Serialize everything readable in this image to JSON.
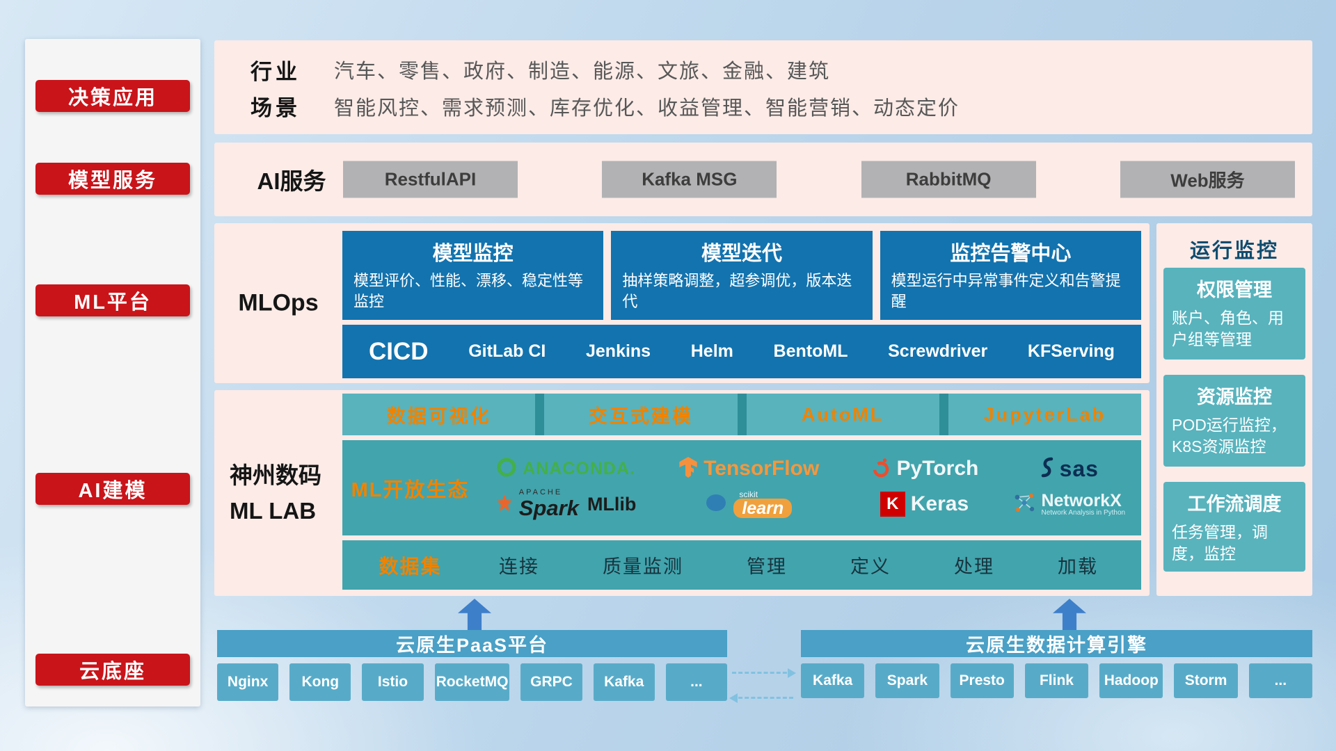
{
  "colors": {
    "accent_red": "#c9141a",
    "panel_pink": "#fcebe7",
    "primary_blue": "#1373ae",
    "teal": "#42a4ad",
    "teal_light": "#58b3bd",
    "orange": "#f08300",
    "bottom_blue": "#4aa0c6"
  },
  "sidebar": {
    "items": [
      "决策应用",
      "模型服务",
      "ML平台",
      "AI建模",
      "云底座"
    ]
  },
  "industry": {
    "label1": "行业",
    "value1": "汽车、零售、政府、制造、能源、文旅、金融、建筑",
    "label2": "场景",
    "value2": "智能风控、需求预测、库存优化、收益管理、智能营销、动态定价"
  },
  "ai_service": {
    "label": "AI服务",
    "buttons": [
      "RestfulAPI",
      "Kafka MSG",
      "RabbitMQ",
      "Web服务"
    ]
  },
  "mlops": {
    "label": "MLOps",
    "cards": [
      {
        "title": "模型监控",
        "desc": "模型评价、性能、漂移、稳定性等监控"
      },
      {
        "title": "模型迭代",
        "desc": "抽样策略调整，超参调优，版本迭代"
      },
      {
        "title": "监控告警中心",
        "desc": "模型运行中异常事件定义和告警提醒"
      }
    ],
    "cicd_label": "CICD",
    "cicd_items": [
      "GitLab CI",
      "Jenkins",
      "Helm",
      "BentoML",
      "Screwdriver",
      "KFServing"
    ]
  },
  "monitor_panel": {
    "title": "运行监控",
    "cards": [
      {
        "title": "权限管理",
        "desc": "账户、角色、用户组等管理"
      },
      {
        "title": "资源监控",
        "desc": "POD运行监控，K8S资源监控"
      },
      {
        "title": "工作流调度",
        "desc": "任务管理，调度，监控"
      }
    ]
  },
  "ml_lab": {
    "label_line1": "神州数码",
    "label_line2": "ML LAB",
    "tools": [
      "数据可视化",
      "交互式建模",
      "AutoML",
      "JupyterLab"
    ],
    "eco_label": "ML开放生态",
    "logos": {
      "anaconda": "ANACONDA.",
      "tensorflow": "TensorFlow",
      "pytorch": "PyTorch",
      "sas": "sas",
      "spark_apache": "APACHE",
      "spark": "Spark",
      "mllib": "MLlib",
      "sklearn_top": "scikit",
      "sklearn": "learn",
      "keras_letter": "K",
      "keras": "Keras",
      "networkx": "NetworkX",
      "networkx_sub": "Network Analysis in Python"
    },
    "dataset_label": "数据集",
    "dataset_items": [
      "连接",
      "质量监测",
      "管理",
      "定义",
      "处理",
      "加载"
    ]
  },
  "cloud": {
    "paas_title": "云原生PaaS平台",
    "paas_items": [
      "Nginx",
      "Kong",
      "Istio",
      "RocketMQ",
      "GRPC",
      "Kafka",
      "..."
    ],
    "engine_title": "云原生数据计算引擎",
    "engine_items": [
      "Kafka",
      "Spark",
      "Presto",
      "Flink",
      "Hadoop",
      "Storm",
      "..."
    ]
  }
}
